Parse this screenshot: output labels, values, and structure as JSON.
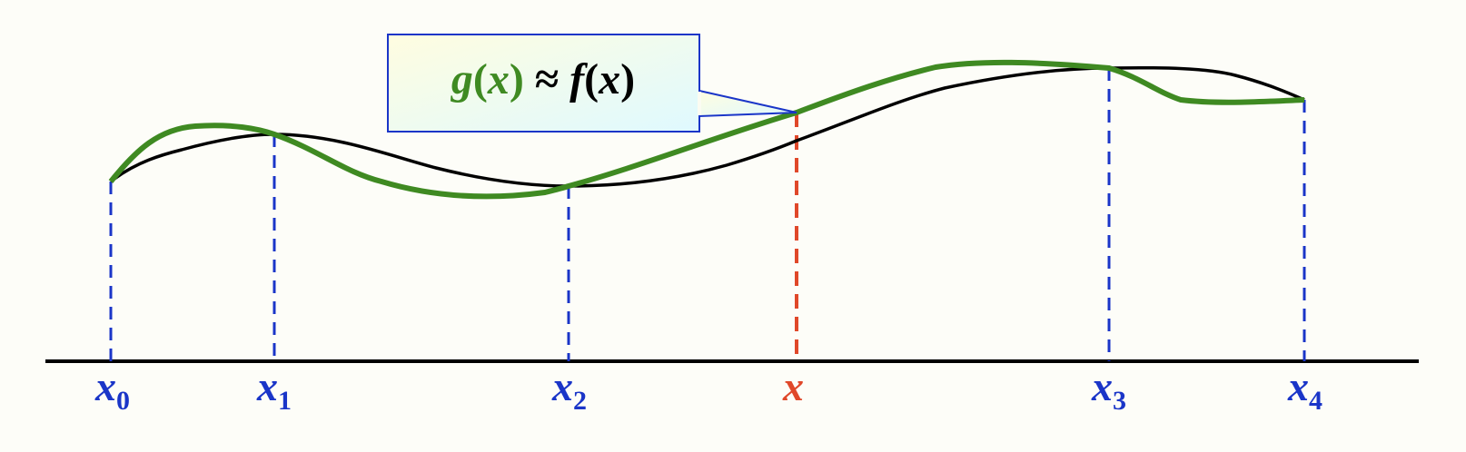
{
  "formula": {
    "g": "g",
    "x_in_g": "x",
    "approx": " ≈ ",
    "f": "f",
    "x_in_f": "x",
    "open_paren": "(",
    "close_paren": ")"
  },
  "nodes": [
    {
      "base": "x",
      "sub": "0"
    },
    {
      "base": "x",
      "sub": "1"
    },
    {
      "base": "x",
      "sub": "2"
    },
    {
      "base": "x",
      "sub": ""
    },
    {
      "base": "x",
      "sub": "3"
    },
    {
      "base": "x",
      "sub": "4"
    }
  ],
  "colors": {
    "background": "#fdfdf8",
    "axis": "#000000",
    "node_lines": "#1a35c8",
    "query_line": "#e0482a",
    "f_curve": "#000000",
    "g_curve": "#3f8a22",
    "callout_border": "#1a35c8",
    "callout_fill_top": "#fffde0",
    "callout_fill_bottom": "#e0fbff"
  },
  "icons": {
    "f_curve": "black-curve",
    "g_curve": "green-curve"
  }
}
